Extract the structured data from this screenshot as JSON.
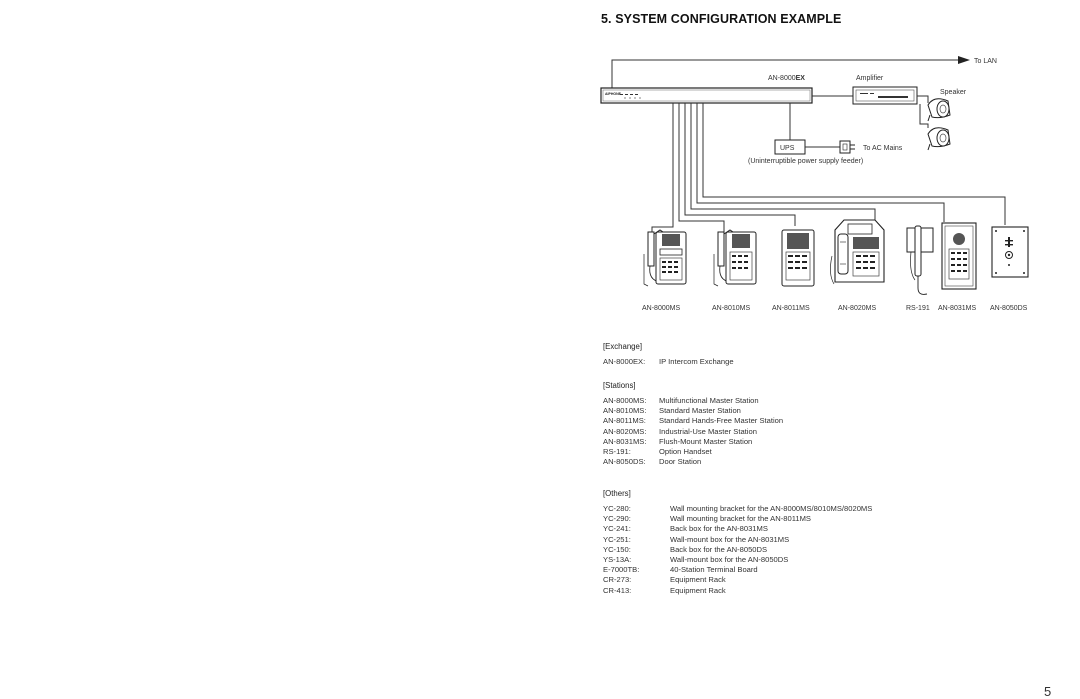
{
  "page": {
    "title": "5. SYSTEM CONFIGURATION EXAMPLE",
    "page_number": "5"
  },
  "diagram": {
    "to_lan": "To LAN",
    "exchange_label": "AN-8000",
    "exchange_label_bold": "EX",
    "exchange_brand": "AIPHONE",
    "amplifier": "Amplifier",
    "speaker": "Speaker",
    "ups": "UPS",
    "to_ac_mains": "To AC Mains",
    "ups_note": "(Uninterruptible power supply feeder)",
    "stations": [
      "AN-8000MS",
      "AN-8010MS",
      "AN-8011MS",
      "AN-8020MS",
      "RS-191",
      "AN-8031MS",
      "AN-8050DS"
    ]
  },
  "exchange_section": {
    "heading": "[Exchange]",
    "rows": [
      {
        "code": "AN-8000EX:",
        "desc": "IP Intercom Exchange"
      }
    ]
  },
  "stations_section": {
    "heading": "[Stations]",
    "rows": [
      {
        "code": "AN-8000MS:",
        "desc": "Multifunctional Master Station"
      },
      {
        "code": "AN-8010MS:",
        "desc": "Standard Master Station"
      },
      {
        "code": "AN-8011MS:",
        "desc": "Standard Hands-Free Master Station"
      },
      {
        "code": "AN-8020MS:",
        "desc": "Industrial-Use Master Station"
      },
      {
        "code": "AN-8031MS:",
        "desc": "Flush-Mount Master Station"
      },
      {
        "code": "RS-191:",
        "desc": "Option Handset"
      },
      {
        "code": "AN-8050DS:",
        "desc": "Door Station"
      }
    ]
  },
  "others_section": {
    "heading": "[Others]",
    "rows": [
      {
        "code": "YC-280:",
        "desc": "Wall mounting bracket for the AN-8000MS/8010MS/8020MS"
      },
      {
        "code": "YC-290:",
        "desc": "Wall mounting bracket for the AN-8011MS"
      },
      {
        "code": "YC-241:",
        "desc": "Back box for the AN-8031MS"
      },
      {
        "code": "YC-251:",
        "desc": "Wall-mount box for the AN-8031MS"
      },
      {
        "code": "YC-150:",
        "desc": "Back box for the AN-8050DS"
      },
      {
        "code": "YS-13A:",
        "desc": "Wall-mount box for the AN-8050DS"
      },
      {
        "code": "E-7000TB:",
        "desc": "40-Station Terminal Board"
      },
      {
        "code": "CR-273:",
        "desc": "Equipment Rack"
      },
      {
        "code": "CR-413:",
        "desc": "Equipment Rack"
      }
    ]
  }
}
